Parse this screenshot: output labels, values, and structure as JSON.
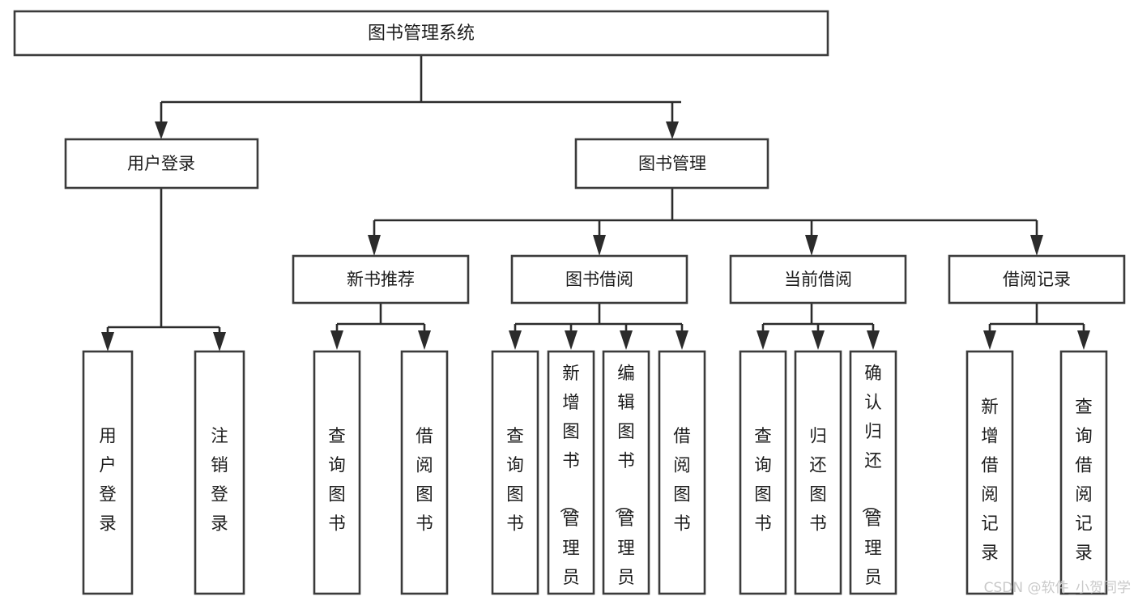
{
  "diagram": {
    "type": "tree-hierarchy-chart",
    "title": "图书管理系统",
    "background_color": "#ffffff",
    "box_stroke_color": "#3b3b3b",
    "connector_color": "#2b2b2b",
    "text_color": "#1c1c1c",
    "root": {
      "id": "root",
      "label": "图书管理系统",
      "orientation": "horizontal"
    },
    "level2": [
      {
        "id": "user-login",
        "label": "用户登录",
        "orientation": "horizontal"
      },
      {
        "id": "book-management",
        "label": "图书管理",
        "orientation": "horizontal"
      }
    ],
    "level3": [
      {
        "id": "new-book-recommend",
        "label": "新书推荐",
        "orientation": "horizontal",
        "parent": "book-management"
      },
      {
        "id": "book-borrow",
        "label": "图书借阅",
        "orientation": "horizontal",
        "parent": "book-management"
      },
      {
        "id": "current-borrow",
        "label": "当前借阅",
        "orientation": "horizontal",
        "parent": "book-management"
      },
      {
        "id": "borrow-record",
        "label": "借阅记录",
        "orientation": "horizontal",
        "parent": "book-management"
      }
    ],
    "leaves": [
      {
        "id": "leaf-user-login",
        "label": "用户登录",
        "orientation": "vertical",
        "parent": "user-login"
      },
      {
        "id": "leaf-user-logout",
        "label": "注销登录",
        "orientation": "vertical",
        "parent": "user-login"
      },
      {
        "id": "leaf-query-book-1",
        "label": "查询图书",
        "orientation": "vertical",
        "parent": "new-book-recommend"
      },
      {
        "id": "leaf-borrow-book-1",
        "label": "借阅图书",
        "orientation": "vertical",
        "parent": "new-book-recommend"
      },
      {
        "id": "leaf-query-book-2",
        "label": "查询图书",
        "orientation": "vertical",
        "parent": "book-borrow"
      },
      {
        "id": "leaf-add-book",
        "label": "新增图书（管理员）",
        "orientation": "vertical",
        "parent": "book-borrow"
      },
      {
        "id": "leaf-edit-book",
        "label": "编辑图书（管理员）",
        "orientation": "vertical",
        "parent": "book-borrow"
      },
      {
        "id": "leaf-borrow-book-2",
        "label": "借阅图书",
        "orientation": "vertical",
        "parent": "book-borrow"
      },
      {
        "id": "leaf-query-book-3",
        "label": "查询图书",
        "orientation": "vertical",
        "parent": "current-borrow"
      },
      {
        "id": "leaf-return-book",
        "label": "归还图书",
        "orientation": "vertical",
        "parent": "current-borrow"
      },
      {
        "id": "leaf-confirm-return",
        "label": "确认归还（管理员）",
        "orientation": "vertical",
        "parent": "current-borrow"
      },
      {
        "id": "leaf-add-record",
        "label": "新增借阅记录",
        "orientation": "vertical",
        "parent": "borrow-record"
      },
      {
        "id": "leaf-query-record",
        "label": "查询借阅记录",
        "orientation": "vertical",
        "parent": "borrow-record"
      }
    ]
  },
  "watermark": {
    "text": "CSDN @软件_小贺同学",
    "color": "#c9c9c9"
  }
}
